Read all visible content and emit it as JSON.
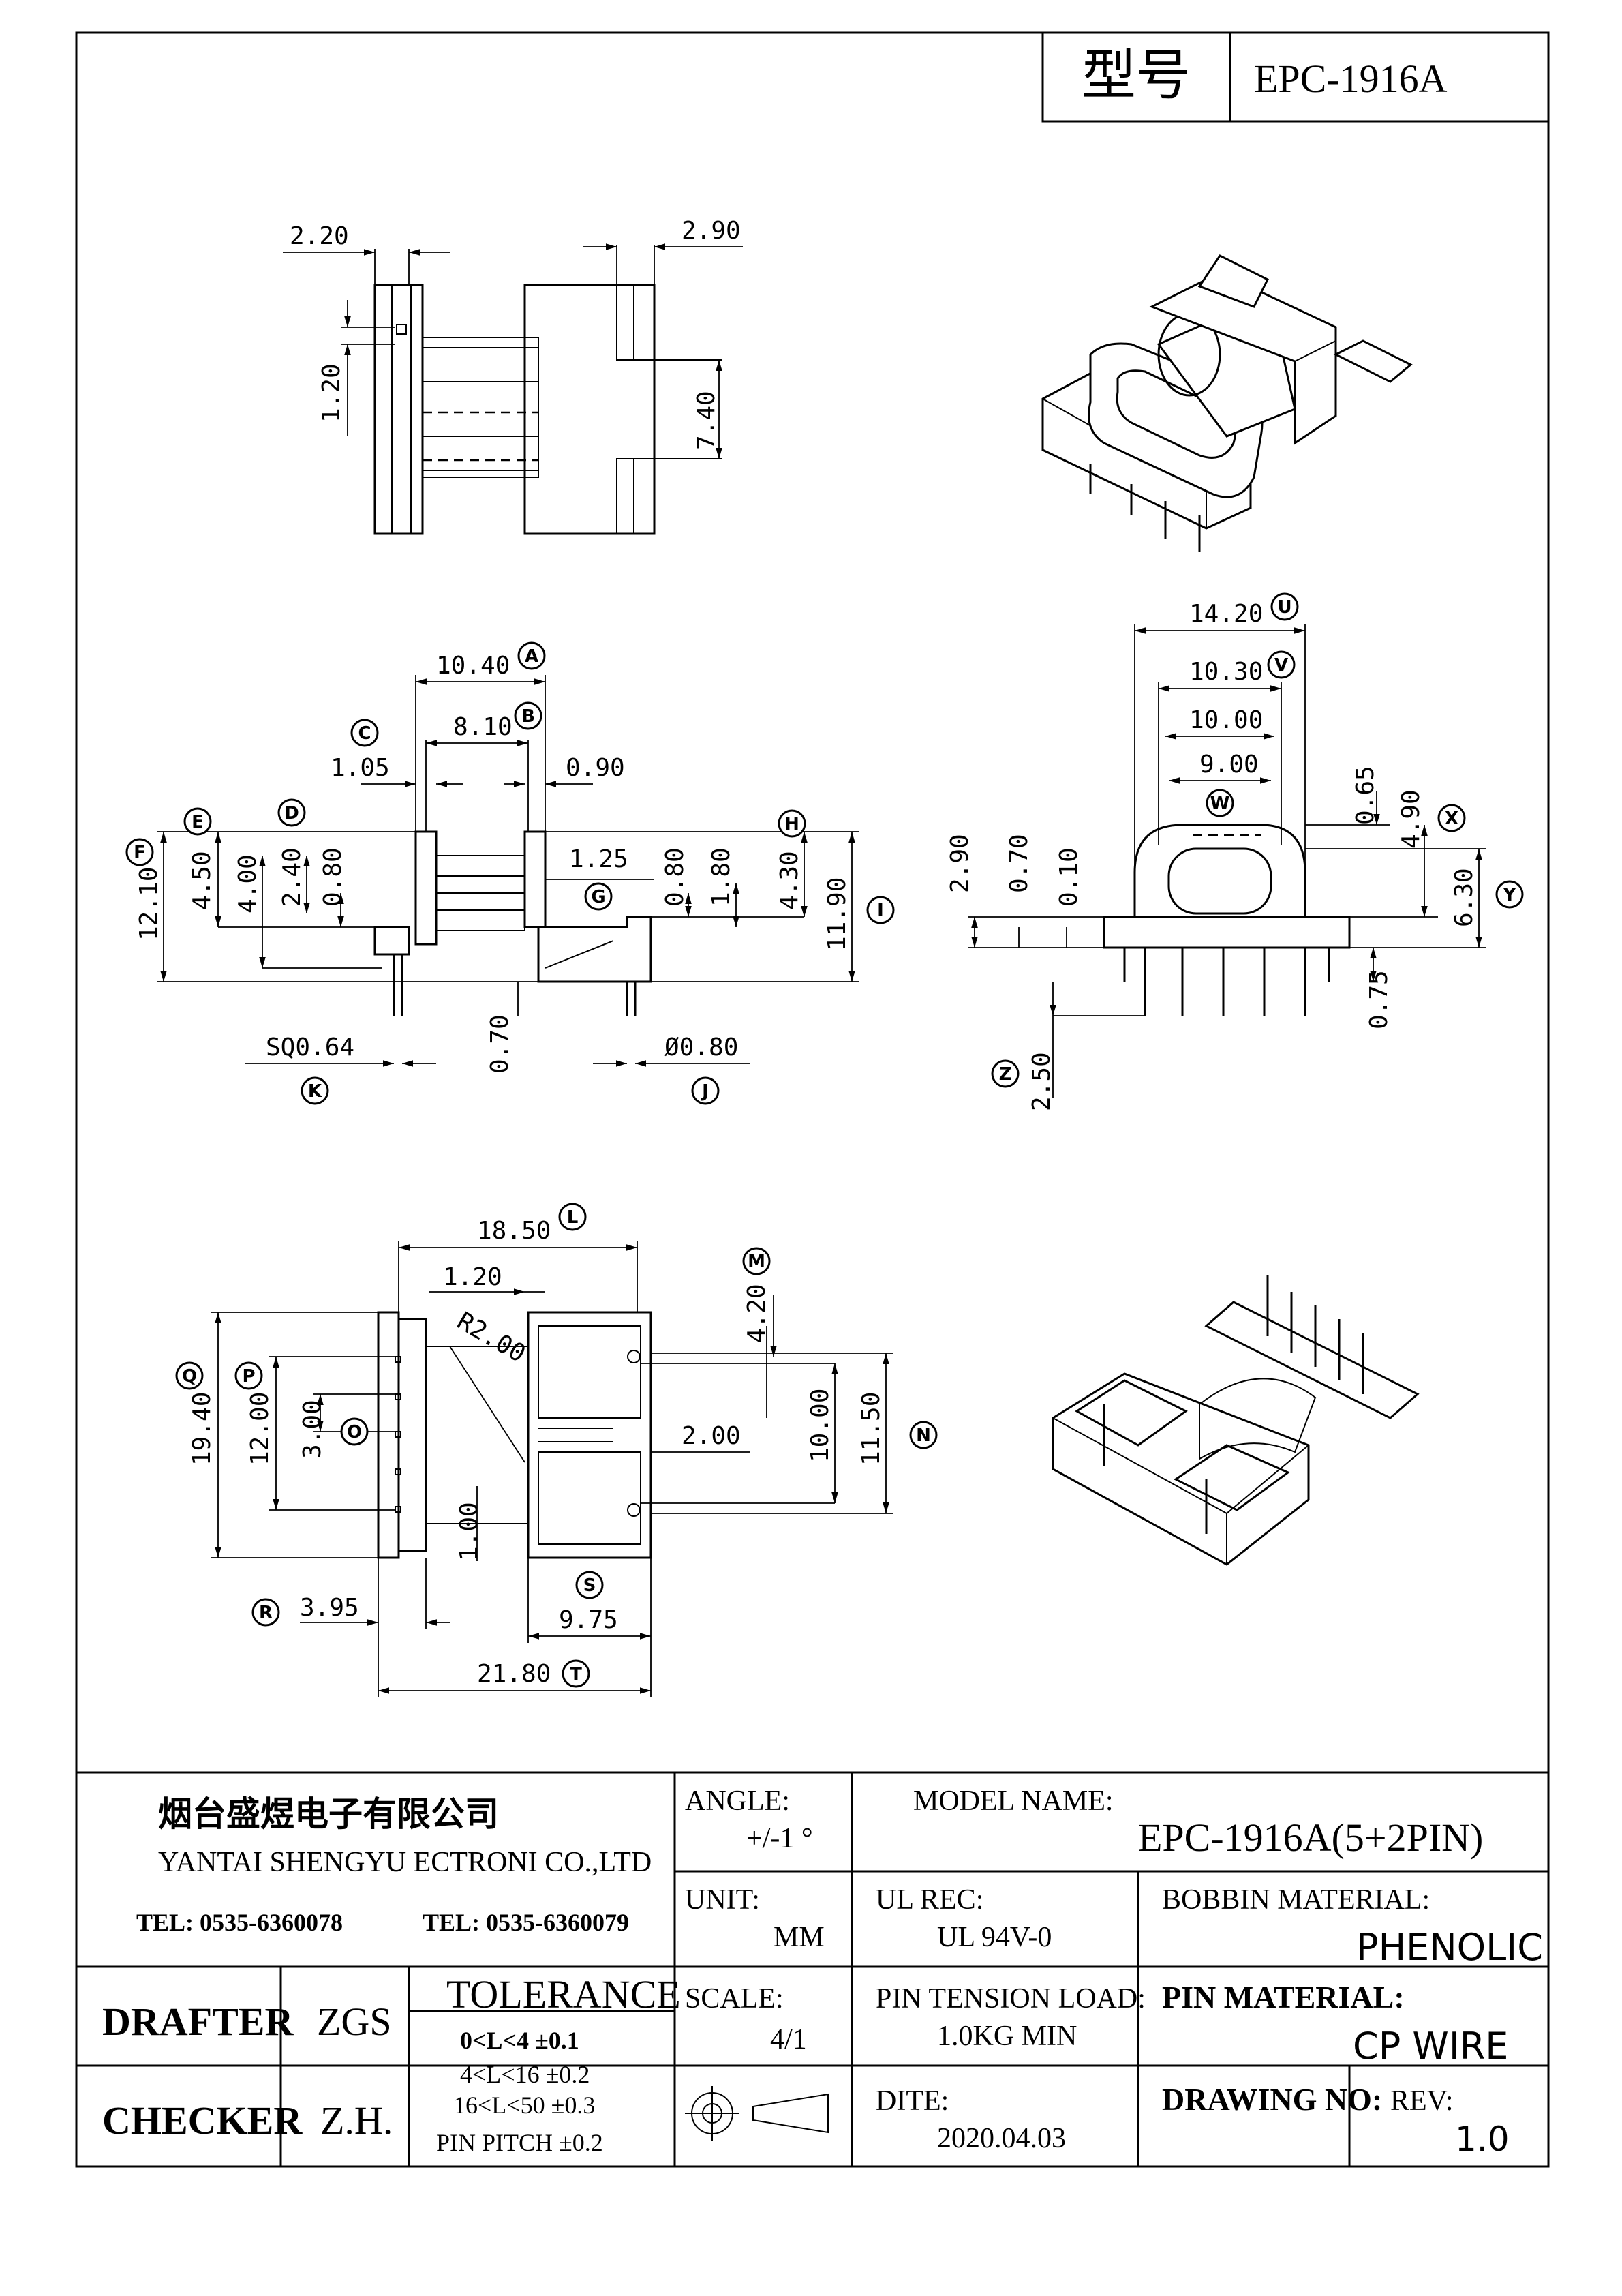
{
  "header": {
    "model_label": "型号",
    "model_value": "EPC-1916A"
  },
  "dimensions": {
    "top_view": {
      "d1": "2.20",
      "d2": "2.90",
      "d3": "1.20",
      "d4": "7.40"
    },
    "side_view": {
      "A": "10.40",
      "B": "8.10",
      "C": "1.05",
      "c_right": "0.90",
      "D": "2.40",
      "d_080a": "0.80",
      "d_400": "4.00",
      "E": "4.50",
      "F": "12.10",
      "G": "1.25",
      "g_080": "0.80",
      "g_180": "1.80",
      "H": "4.30",
      "I": "11.90",
      "K": "SQ0.64",
      "J": "Ø0.80",
      "pin_070": "0.70"
    },
    "front_view": {
      "U": "14.20",
      "V": "10.30",
      "v2": "10.00",
      "W": "9.00",
      "w_065": "0.65",
      "X": "4.90",
      "Y": "6.30",
      "f_290": "2.90",
      "f_070": "0.70",
      "f_010": "0.10",
      "f_075": "0.75",
      "Z": "2.50"
    },
    "bottom_view": {
      "L": "18.50",
      "b_120": "1.20",
      "radius": "R2.00",
      "M": "4.20",
      "Q": "19.40",
      "P": "12.00",
      "O": "3.00",
      "b_200": "2.00",
      "b_1000": "10.00",
      "N": "11.50",
      "b_100": "1.00",
      "R": "3.95",
      "S": "9.75",
      "T": "21.80"
    }
  },
  "tags": [
    "A",
    "B",
    "C",
    "D",
    "E",
    "F",
    "G",
    "H",
    "I",
    "J",
    "K",
    "L",
    "M",
    "N",
    "O",
    "P",
    "Q",
    "R",
    "S",
    "T",
    "U",
    "V",
    "W",
    "X",
    "Y",
    "Z"
  ],
  "title_block": {
    "company_cn": "烟台盛煜电子有限公司",
    "company_en": "YANTAI SHENGYU ECTRONI CO.,LTD",
    "tel1": "TEL: 0535-6360078",
    "tel2": "TEL: 0535-6360079",
    "angle_label": "ANGLE:",
    "angle_value": "+/-1 °",
    "model_name_label": "MODEL NAME:",
    "model_name_value": "EPC-1916A(5+2PIN)",
    "unit_label": "UNIT:",
    "unit_value": "MM",
    "ul_label": "UL REC:",
    "ul_value": "UL 94V-0",
    "bobbin_label": "BOBBIN MATERIAL:",
    "bobbin_value": "PHENOLIC",
    "drafter_label": "DRAFTER",
    "drafter_value": "ZGS",
    "checker_label": "CHECKER",
    "checker_value": "Z.H.",
    "tolerance_label": "TOLERANCE",
    "tol_rows": [
      "0<L<4   ±0.1",
      "4<L<16   ±0.2",
      "16<L<50   ±0.3",
      "PIN PITCH   ±0.2"
    ],
    "scale_label": "SCALE:",
    "scale_value": "4/1",
    "pin_tension_label": "PIN TENSION LOAD:",
    "pin_tension_value": "1.0KG MIN",
    "pin_material_label": "PIN MATERIAL:",
    "pin_material_value": "CP WIRE",
    "date_label": "DITE:",
    "date_value": "2020.04.03",
    "drawing_no_label": "DRAWING NO:",
    "rev_label": "REV:",
    "rev_value": "1.0"
  }
}
